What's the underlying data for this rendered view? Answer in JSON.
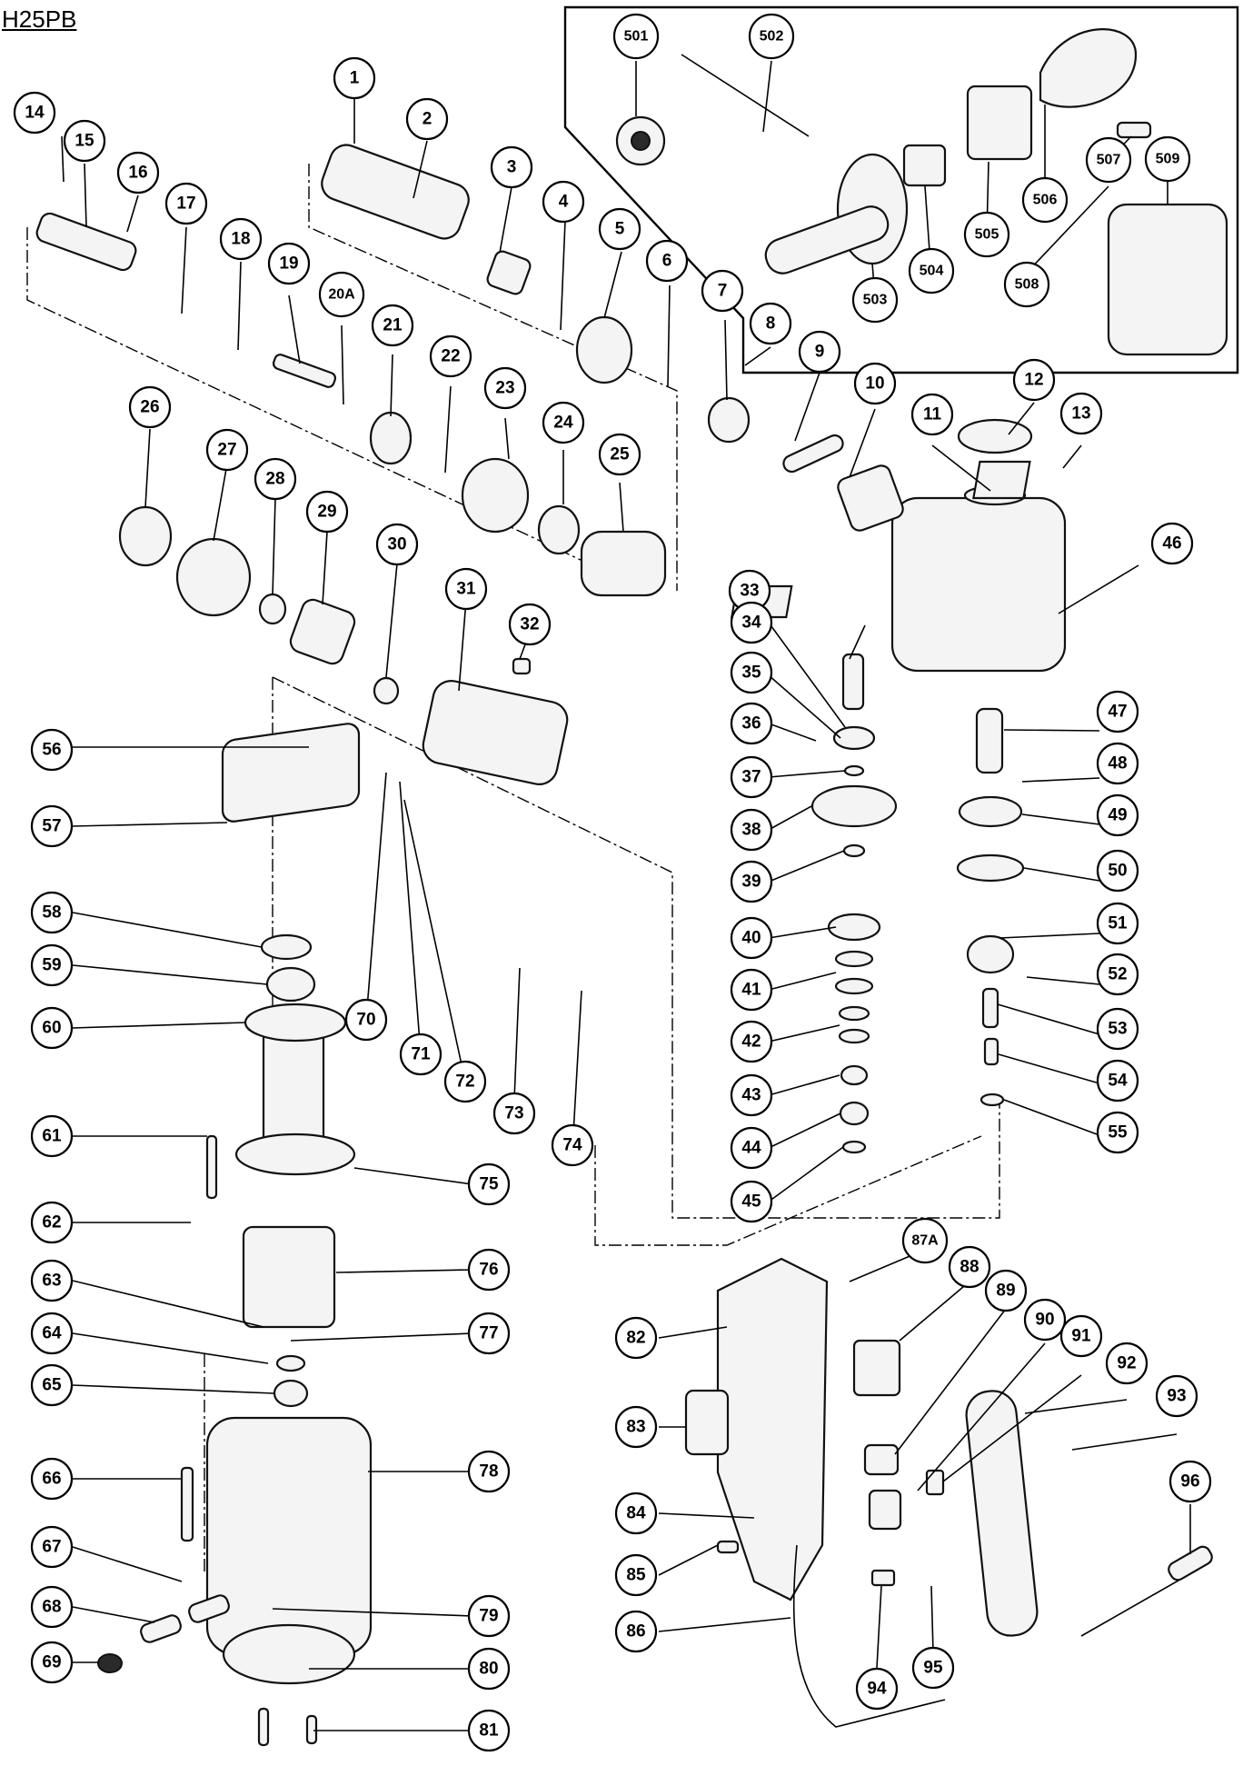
{
  "title": "H25PB",
  "callouts": [
    "1",
    "2",
    "3",
    "4",
    "5",
    "6",
    "7",
    "8",
    "9",
    "10",
    "11",
    "12",
    "13",
    "14",
    "15",
    "16",
    "17",
    "18",
    "19",
    "20A",
    "21",
    "22",
    "23",
    "24",
    "25",
    "26",
    "27",
    "28",
    "29",
    "30",
    "31",
    "32",
    "33",
    "34",
    "35",
    "36",
    "37",
    "38",
    "39",
    "40",
    "41",
    "42",
    "43",
    "44",
    "45",
    "46",
    "47",
    "48",
    "49",
    "50",
    "51",
    "52",
    "53",
    "54",
    "55",
    "56",
    "57",
    "58",
    "59",
    "60",
    "61",
    "62",
    "63",
    "64",
    "65",
    "66",
    "67",
    "68",
    "69",
    "70",
    "71",
    "72",
    "73",
    "74",
    "75",
    "76",
    "77",
    "78",
    "79",
    "80",
    "81",
    "82",
    "83",
    "84",
    "85",
    "86",
    "87A",
    "88",
    "89",
    "90",
    "91",
    "92",
    "93",
    "94",
    "95",
    "96",
    "501",
    "502",
    "503",
    "504",
    "505",
    "506",
    "507",
    "508",
    "509"
  ]
}
